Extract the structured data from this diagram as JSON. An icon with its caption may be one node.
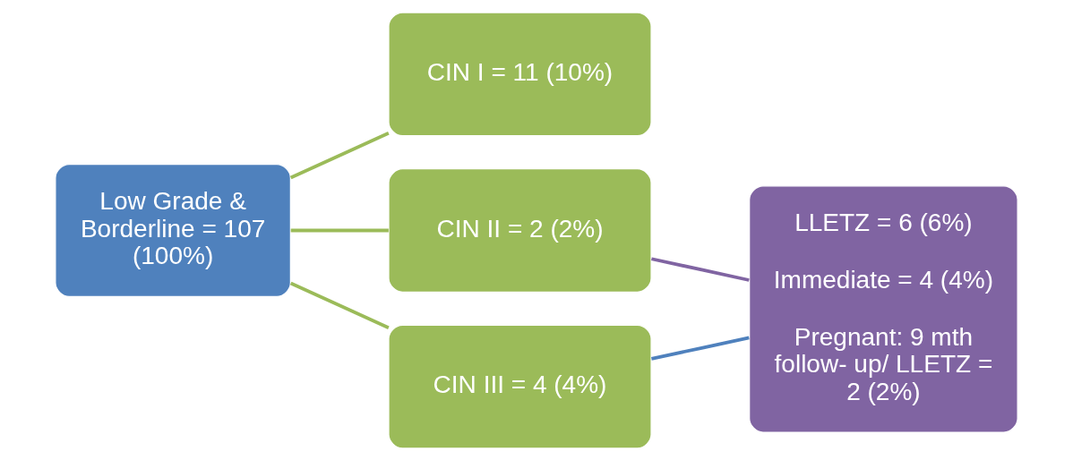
{
  "diagram": {
    "nodes": [
      {
        "text": [
          "Low Grade & Borderline = 107 (100%)"
        ]
      },
      {
        "text": [
          "CIN I = 11 (10%)"
        ]
      },
      {
        "text": [
          "CIN II = 2 (2%)"
        ]
      },
      {
        "text": [
          "CIN III = 4 (4%)"
        ]
      },
      {
        "text": [
          "LLETZ = 6 (6%)",
          "Immediate = 4 (4%)",
          "Pregnant: 9 mth follow- up/ LLETZ = 2 (2%)"
        ]
      }
    ],
    "edges": [
      {
        "from": 0,
        "to": 1,
        "arrow": "none"
      },
      {
        "from": 0,
        "to": 2,
        "arrow": "none"
      },
      {
        "from": 0,
        "to": 3,
        "arrow": "none"
      },
      {
        "from": 2,
        "to": 4,
        "arrow": "none",
        "color": "#8064a2"
      },
      {
        "from": 3,
        "to": 4,
        "arrow": "none",
        "color": "#4f81bd"
      }
    ]
  }
}
